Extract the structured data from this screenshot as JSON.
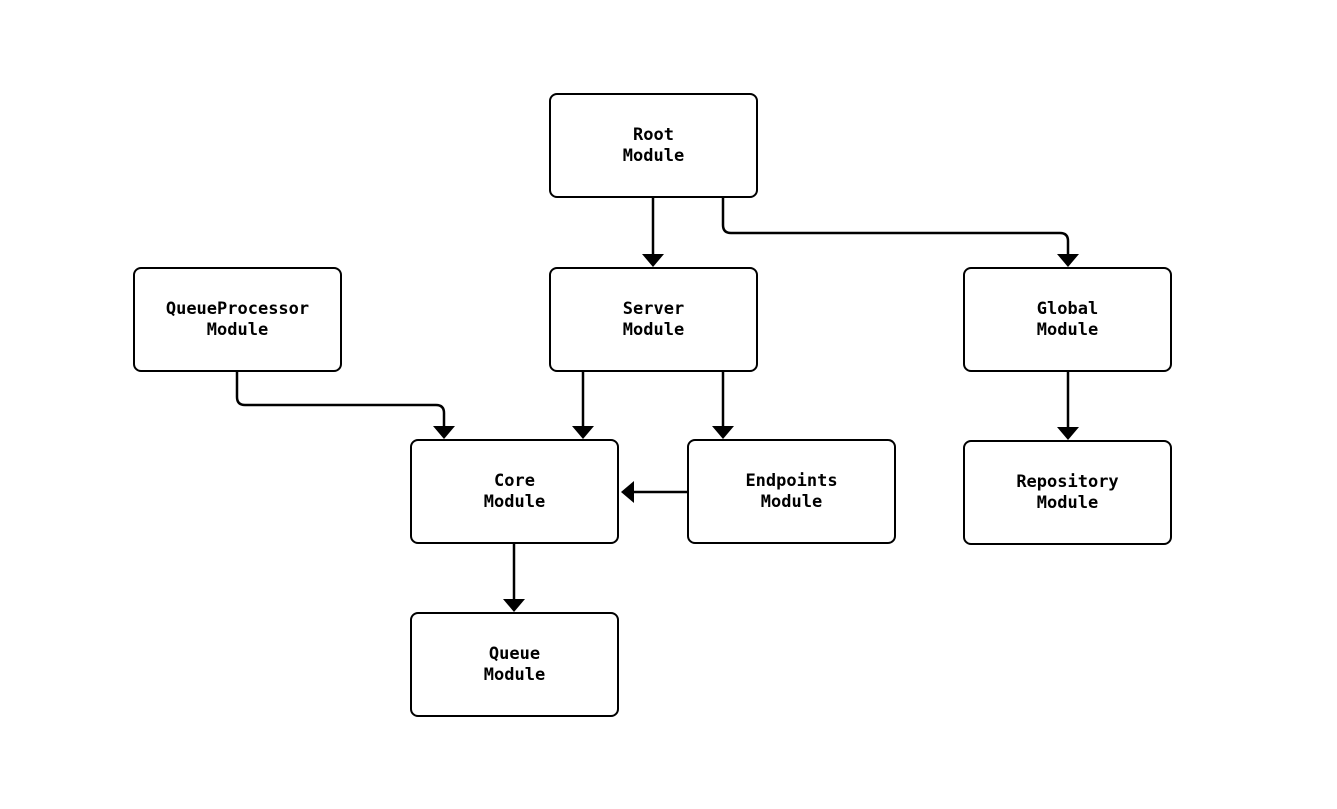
{
  "diagram": {
    "type": "module-dependency-flowchart",
    "background_color": "#ffffff",
    "node_fill_color": "#ffffff",
    "node_border_color": "#000000",
    "edge_color": "#000000",
    "text_color": "#000000",
    "nodes": [
      {
        "id": "root",
        "label": "Root\nModule"
      },
      {
        "id": "queueprocessor",
        "label": "QueueProcessor\nModule"
      },
      {
        "id": "server",
        "label": "Server\nModule"
      },
      {
        "id": "global",
        "label": "Global\nModule"
      },
      {
        "id": "core",
        "label": "Core\nModule"
      },
      {
        "id": "endpoints",
        "label": "Endpoints\nModule"
      },
      {
        "id": "repository",
        "label": "Repository\nModule"
      },
      {
        "id": "queue",
        "label": "Queue\nModule"
      }
    ],
    "edges": [
      {
        "from": "Root Module",
        "to": "Server Module"
      },
      {
        "from": "Root Module",
        "to": "Global Module"
      },
      {
        "from": "QueueProcessor Module",
        "to": "Core Module"
      },
      {
        "from": "Server Module",
        "to": "Core Module"
      },
      {
        "from": "Server Module",
        "to": "Endpoints Module"
      },
      {
        "from": "Endpoints Module",
        "to": "Core Module"
      },
      {
        "from": "Global Module",
        "to": "Repository Module"
      },
      {
        "from": "Core Module",
        "to": "Queue Module"
      }
    ]
  }
}
